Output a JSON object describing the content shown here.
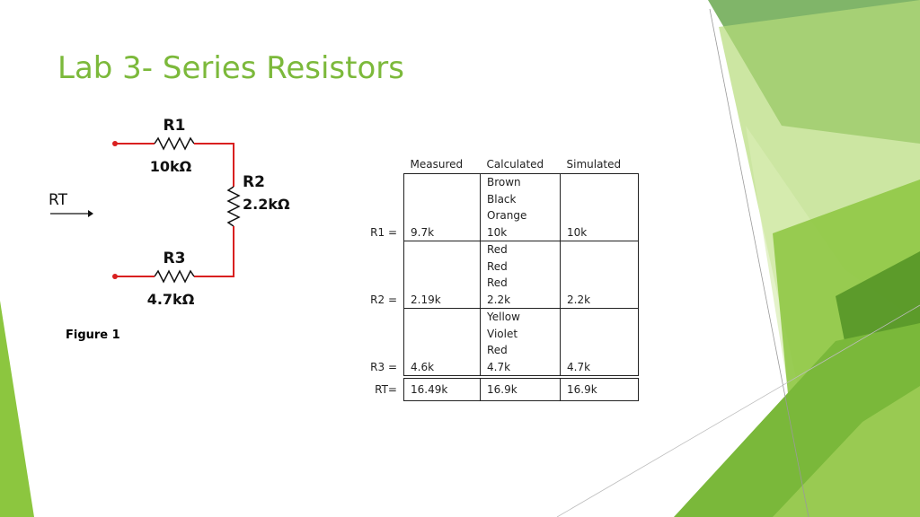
{
  "slide": {
    "title": "Lab 3- Series Resistors",
    "figure_label": "Figure 1"
  },
  "circuit": {
    "r1": {
      "name": "R1",
      "value": "10kΩ"
    },
    "r2": {
      "name": "R2",
      "value": "2.2kΩ"
    },
    "r3": {
      "name": "R3",
      "value": "4.7kΩ"
    },
    "rt_label": "RT"
  },
  "table": {
    "headers": [
      "Measured",
      "Calculated",
      "Simulated"
    ],
    "rows": [
      {
        "label": "R1 =",
        "measured": "9.7k",
        "calculated": "Brown\nBlack\nOrange\n10k",
        "simulated": "10k"
      },
      {
        "label": "R2 =",
        "measured": "2.19k",
        "calculated": "Red\nRed\nRed\n2.2k",
        "simulated": "2.2k"
      },
      {
        "label": "R3 =",
        "measured": "4.6k",
        "calculated": "Yellow\nViolet\nRed\n4.7k",
        "simulated": "4.7k"
      },
      {
        "label": "RT=",
        "measured": "16.49k",
        "calculated": "16.9k",
        "simulated": "16.9k"
      }
    ]
  },
  "colors": {
    "title": "#7cb93b",
    "wire": "#d92020",
    "accent_green": "#8cc63f",
    "dark_green": "#5a9a2a"
  }
}
